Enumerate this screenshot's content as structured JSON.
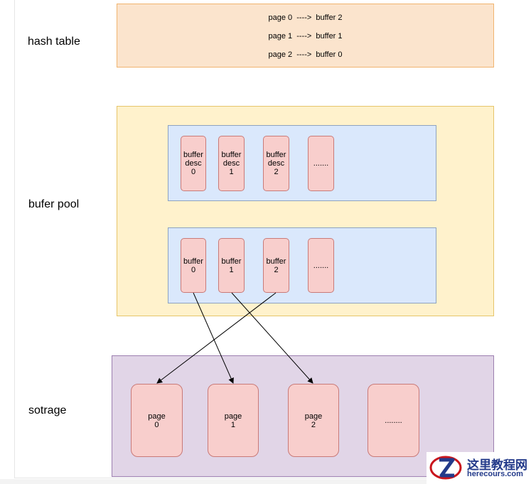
{
  "labels": {
    "hash_table": "hash table",
    "buffer_pool": "bufer pool",
    "storage": "sotrage"
  },
  "hash_table_rows": [
    "page 0  ---->  buffer 2",
    "page 1  ---->  buffer 1",
    "page 2  ---->  buffer 0"
  ],
  "buffer_descs": [
    {
      "line1": "buffer",
      "line2": "desc",
      "line3": "0"
    },
    {
      "line1": "buffer",
      "line2": "desc",
      "line3": "1"
    },
    {
      "line1": "buffer",
      "line2": "desc",
      "line3": "2"
    },
    {
      "line1": "......."
    }
  ],
  "buffers": [
    {
      "line1": "buffer",
      "line2": "0"
    },
    {
      "line1": "buffer",
      "line2": "1"
    },
    {
      "line1": "buffer",
      "line2": "2"
    },
    {
      "line1": "......."
    }
  ],
  "pages": [
    {
      "line1": "page",
      "line2": "0"
    },
    {
      "line1": "page",
      "line2": "1"
    },
    {
      "line1": "page",
      "line2": "2"
    },
    {
      "line1": "........"
    }
  ],
  "watermark": {
    "cn": "这里教程网",
    "en": "herecours.com"
  },
  "colors": {
    "hash_fill": "#fbe4cd",
    "pool_fill": "#fff2cc",
    "inner_fill": "#dae8fc",
    "storage_fill": "#e1d5e7",
    "cell_fill": "#f8cecc"
  }
}
